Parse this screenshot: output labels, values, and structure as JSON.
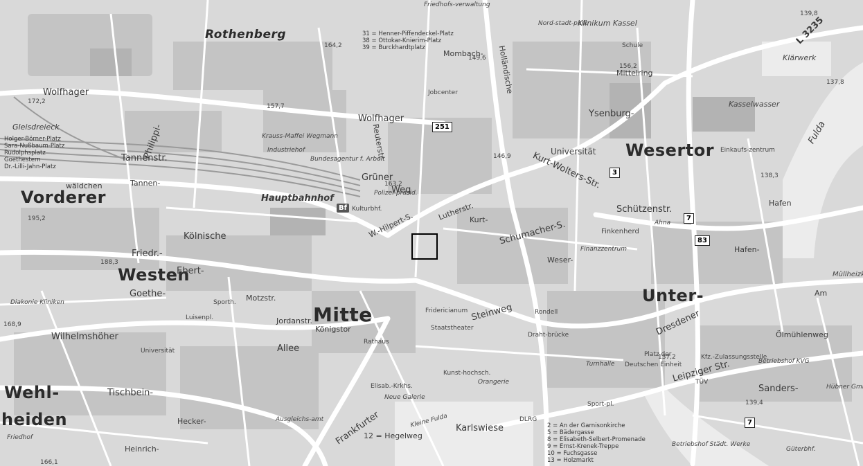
{
  "districts": {
    "rothenberg": "Rothenberg",
    "vorderer": "Vorderer",
    "westen": "Westen",
    "mitte": "Mitte",
    "wesertor": "Wesertor",
    "unter": "Unter-",
    "wehl": "Wehl-",
    "heiden": "heiden"
  },
  "streets": {
    "wolfhager_top": "Wolfhager",
    "wolfhager_left": "Wolfhager",
    "tannenstr": "Tannenstr.",
    "tannen": "Tannen-",
    "koelnische": "Kölnische",
    "goethe": "Goethe-",
    "wilhelmshoeher": "Wilhelmshöher",
    "tischbein": "Tischbein-",
    "frankfurter": "Frankfurter",
    "steinweg": "Steinweg",
    "dresdener": "Dresdener",
    "leipziger": "Leipziger Str.",
    "schuetzenstr": "Schützenstr.",
    "kurt_wolters": "Kurt-Wolters-Str.",
    "schumacher": "Schumacher-S.",
    "mittelring": "Mittelring",
    "ysenburg": "Ysenburg-",
    "mombach": "Mombach-",
    "hollaendische": "Holländische",
    "sanders": "Sanders-",
    "ebert": "Ebert-",
    "allee": "Allee",
    "motzstr": "Motzstr.",
    "koenigstor": "Königstor",
    "gruener_weg": "Grüner",
    "weg": "Weg",
    "reuterstr": "Reuterstr.",
    "hilpert": "W.-Hilpert-S.",
    "lutherstr": "Lutherstr.",
    "kurt": "Kurt-",
    "jordanstr": "Jordanstr.",
    "hegelweg": "12 = Hegelweg",
    "l3235": "L 3235",
    "gleisdreieck": "Gleisdreieck",
    "waldchen": "wäldchen",
    "friedrich_ebert": "Friedr.-",
    "philippi": "Philippi-",
    "hafen": "Hafen",
    "olmuehlenweg": "Ölmühlenweg",
    "am": "Am"
  },
  "places": {
    "hauptbahnhof": "Hauptbahnhof",
    "bf": "Bf",
    "klinikum": "Klinikum Kassel",
    "universitaet": "Universität",
    "universitaet_west": "Universität",
    "jobcenter": "Jobcenter",
    "karlswiese": "Karlswiese",
    "klaerwerk": "Klärwerk",
    "kasselwasser": "Kasselwasser",
    "finkenherd": "Finkenherd",
    "fridericianum": "Fridericianum",
    "staatstheater": "Staatstheater",
    "orangerie": "Orangerie",
    "neue_galerie": "Neue Galerie",
    "betriebshof_kvg": "Betriebshof KVG",
    "huebner": "Hübner GmbH",
    "krauss_maffei": "Krauss-Maffei Wegmann",
    "industriehof": "Industriehof",
    "bundesagentur": "Bundesagentur f. Arbeit",
    "kulturbhf": "Kulturbhf.",
    "finanzzentrum": "Finanzzentrum",
    "deutschen_einheit": "Deutschen Einheit",
    "platz_der": "Platz der",
    "turnhalle": "Turnhalle",
    "kfz": "Kfz.-Zulassungsstelle",
    "tuev": "TÜV",
    "betriebshof_staedt": "Betriebshof Städt. Werke",
    "gueterbhf": "Güterbhf.",
    "rathaus": "Rathaus",
    "friedhofsverwaltung": "Friedhofs-verwaltung",
    "nordstadtpark": "Nord-stadt-park",
    "fulda": "Fulda",
    "ahna": "Ahna",
    "kleine_fulda": "Kleine Fulda",
    "wesertor_einkauf": "Einkaufs-zentrum",
    "diakonie": "Diakonie Kliniken",
    "friedhof": "Friedhof",
    "polizei": "Polizei-präsid.",
    "holger": "Holger-Börner-Platz\nSara-Nußbaum-Platz\nRudolphsplatz\nGoethestern\nDr.-Lilli-Jahn-Platz",
    "heinrich": "Heinrich-",
    "luisenpl": "Luisenpl.",
    "hecker": "Hecker-",
    "ausgleichsamt": "Ausgleichs-amt",
    "lindenberg": "Sport-pl.",
    "drahtbrucke": "Draht-brücke",
    "mueller": "Müllheizkraftw.",
    "dlrg": "DLRG",
    "sporthalle": "Sporth.",
    "kunsthochschule": "Kunst-hochsch.",
    "elisabeth": "Elisab.-Krkhs.",
    "hafenstr": "Hafen-",
    "weser": "Weser-",
    "rondell": "Rondell",
    "schule": "Schule"
  },
  "legends": {
    "top": "31 = Henner-Piffendeckel-Platz\n38 = Ottokar-Knierim-Platz\n39 = Burckhardtplatz",
    "bottom": "2 = An der Garnisonkirche\n5 = Bädergasse\n8 = Elisabeth-Selbert-Promenade\n9 = Ernst-Krenek-Treppe\n10 = Fuchsgasse\n13 = Holzmarkt"
  },
  "shields": {
    "b251": "251",
    "b7": "7",
    "b83": "83",
    "b3": "3",
    "b7b": "7"
  },
  "elevations": {
    "e1": "139,8",
    "e2": "137,8",
    "e3": "138,3",
    "e4": "137,2",
    "e5": "139,4",
    "e6": "157,7",
    "e7": "163,2",
    "e8": "146,9",
    "e9": "172,2",
    "e10": "195,2",
    "e11": "188,3",
    "e12": "168,9",
    "e13": "166,1",
    "e14": "156,2",
    "e15": "164,2",
    "e16": "149,6"
  },
  "colors": {
    "background": "#d9d9d9",
    "roads": "#ffffff",
    "blocks": "#bdbdbd",
    "water": "#eeeeee",
    "text": "#333333"
  }
}
